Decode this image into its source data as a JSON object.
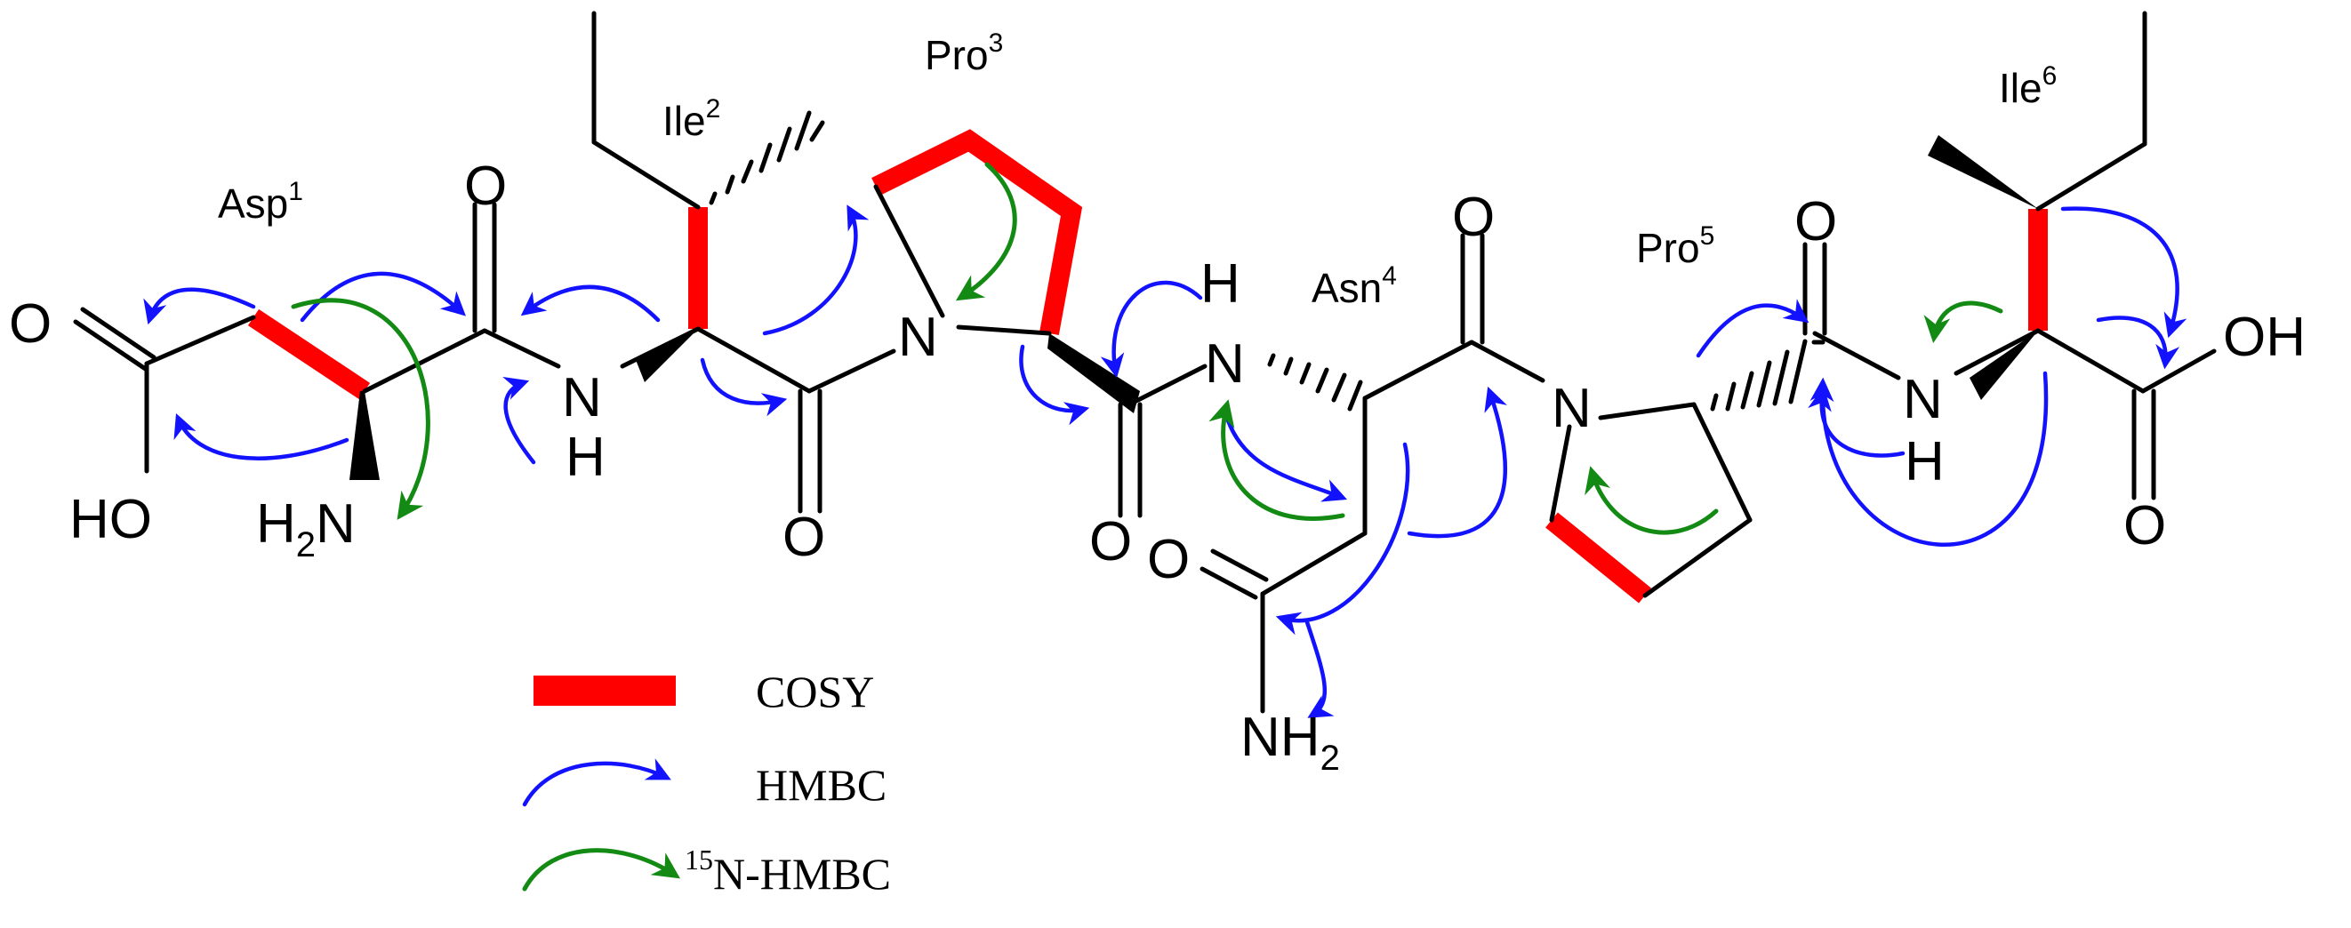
{
  "residues": {
    "asp1": {
      "name": "Asp",
      "num": "1"
    },
    "ile2": {
      "name": "Ile",
      "num": "2"
    },
    "pro3": {
      "name": "Pro",
      "num": "3"
    },
    "asn4": {
      "name": "Asn",
      "num": "4"
    },
    "pro5": {
      "name": "Pro",
      "num": "5"
    },
    "ile6": {
      "name": "Ile",
      "num": "6"
    }
  },
  "atoms": {
    "o": "O",
    "ho": "HO",
    "oh": "OH",
    "h2n_h": "H",
    "h2n_2": "2",
    "h2n_n": "N",
    "n": "N",
    "h": "H",
    "nh2_nh": "NH",
    "nh2_2": "2"
  },
  "legend": {
    "cosy": "COSY",
    "hmbc": "HMBC",
    "nhmbc_sup": "15",
    "nhmbc": "N-HMBC"
  },
  "colors": {
    "cosy": "#ff0000",
    "hmbc": "#1212ff",
    "nhmbc": "#138a13"
  }
}
